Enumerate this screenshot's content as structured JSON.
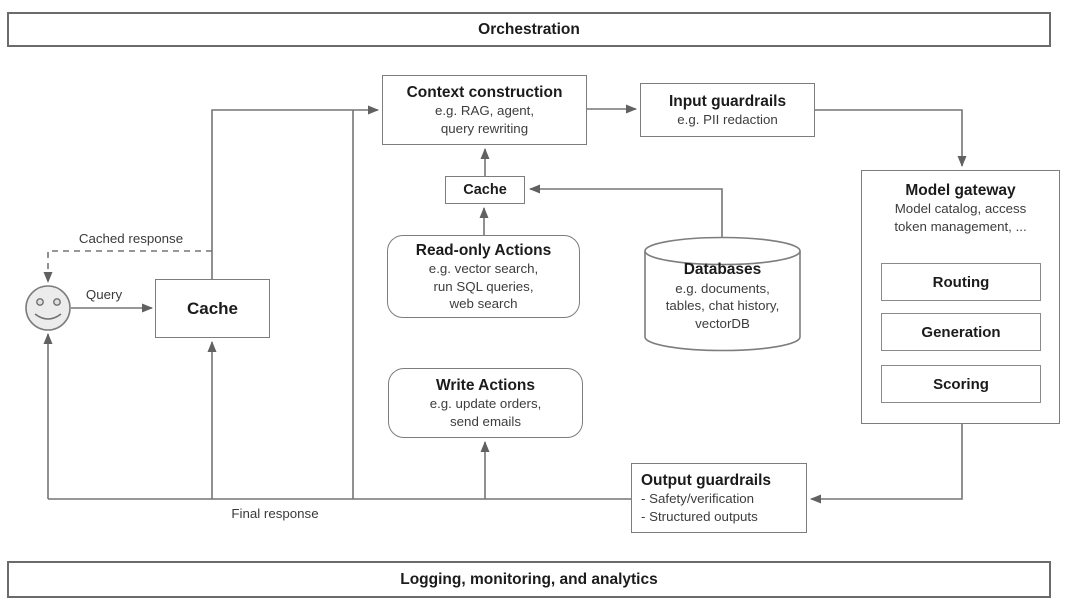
{
  "top_bar": {
    "label": "Orchestration"
  },
  "bottom_bar": {
    "label": "Logging, monitoring, and analytics"
  },
  "edges": {
    "query": "Query",
    "cached_response": "Cached response",
    "final_response": "Final response"
  },
  "boxes": {
    "cache_left": {
      "title": "Cache"
    },
    "cache_mid": {
      "title": "Cache"
    },
    "context_construction": {
      "title": "Context construction",
      "lines": [
        "e.g. RAG, agent,",
        "query rewriting"
      ]
    },
    "input_guardrails": {
      "title": "Input guardrails",
      "lines": [
        "e.g. PII redaction"
      ]
    },
    "model_gateway": {
      "title": "Model gateway",
      "lines": [
        "Model catalog, access",
        "token management, ..."
      ],
      "children": [
        "Routing",
        "Generation",
        "Scoring"
      ]
    },
    "read_only_actions": {
      "title": "Read-only Actions",
      "lines": [
        "e.g. vector search,",
        "run SQL queries,",
        "web search"
      ]
    },
    "databases": {
      "title": "Databases",
      "lines": [
        "e.g. documents,",
        "tables, chat history,",
        "vectorDB"
      ]
    },
    "write_actions": {
      "title": "Write Actions",
      "lines": [
        "e.g. update orders,",
        "send emails"
      ]
    },
    "output_guardrails": {
      "title": "Output guardrails",
      "lines": [
        "- Safety/verification",
        "- Structured outputs"
      ]
    }
  },
  "colors": {
    "line": "#757575",
    "arrow": "#616161",
    "border": "#7d7d7d",
    "user_fill": "#ececec"
  }
}
